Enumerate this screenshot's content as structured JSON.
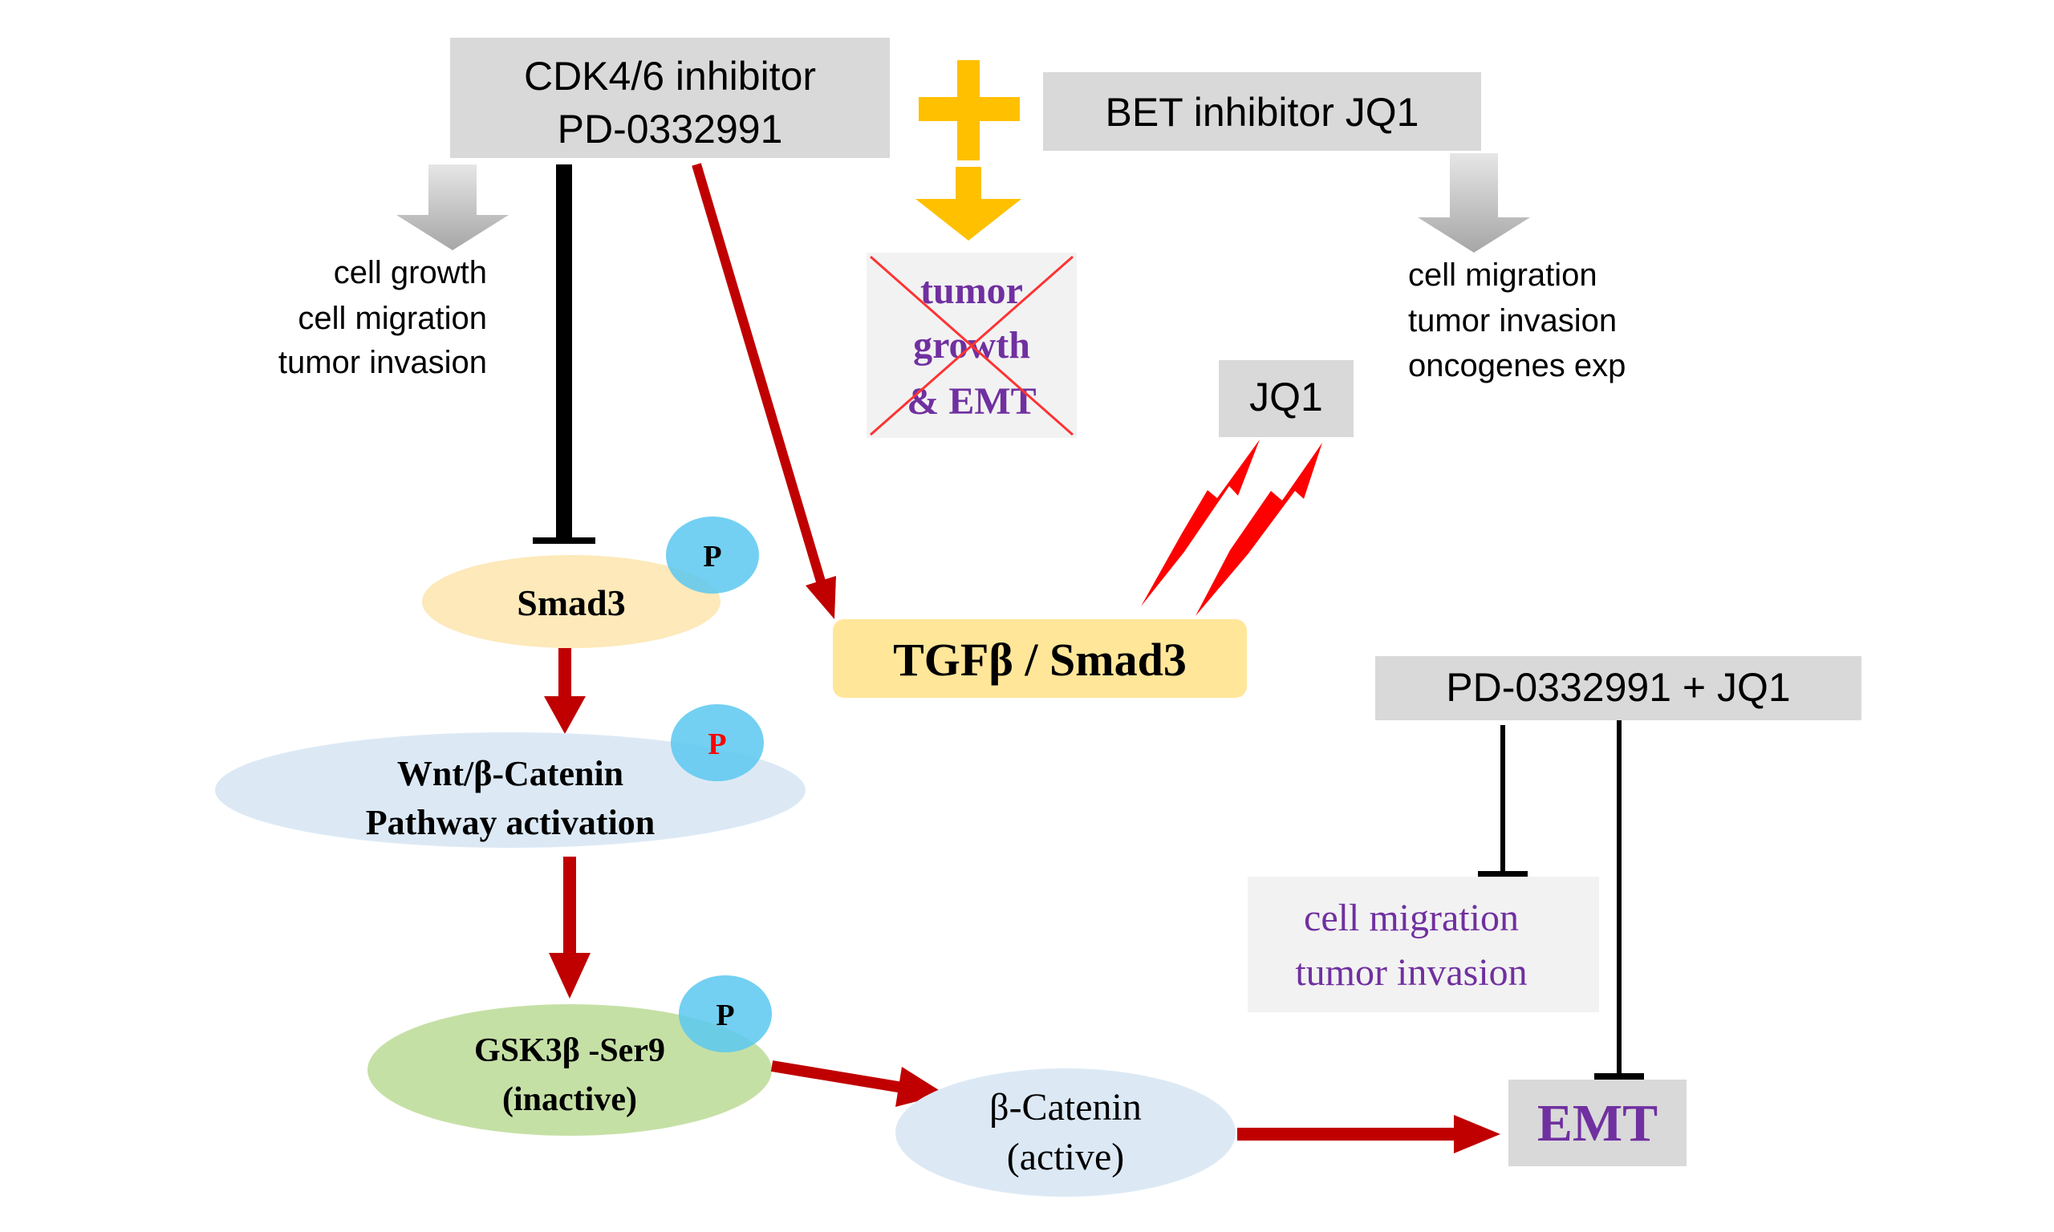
{
  "drugs": {
    "cdk": {
      "line1": "CDK4/6 inhibitor",
      "line2": "PD-0332991"
    },
    "bet": {
      "label": "BET inhibitor JQ1"
    },
    "jq1": {
      "label": "JQ1"
    },
    "combo": {
      "label": "PD-0332991 + JQ1"
    }
  },
  "effects": {
    "cdk": {
      "line1": "cell growth",
      "line2": "cell migration",
      "line3": "tumor invasion"
    },
    "bet": {
      "line1": "cell migration",
      "line2": "tumor invasion",
      "line3": "oncogenes exp"
    },
    "combined": {
      "line1": "tumor",
      "line2": "growth",
      "line3": "& EMT"
    },
    "combo_inhibited": {
      "line1": "cell migration",
      "line2": "tumor invasion"
    }
  },
  "nodes": {
    "smad3": {
      "label": "Smad3"
    },
    "wnt": {
      "line1": "Wnt/β-Catenin",
      "line2": "Pathway activation"
    },
    "gsk": {
      "line1": "GSK3β -Ser9",
      "line2": "(inactive)"
    },
    "bcat": {
      "line1": "β-Catenin",
      "line2": "(active)"
    },
    "tgf": {
      "label": "TGFβ / Smad3"
    },
    "emt": {
      "label": "EMT"
    }
  },
  "phospho": {
    "label": "P"
  },
  "colors": {
    "box_gray": "#d9d9d9",
    "effect_box": "#f2f2f2",
    "arrow_red": "#c00000",
    "plus_gold": "#ffc000",
    "lightning_red": "#ff0000",
    "phospho_blue": "#5bc8f0",
    "purple_text": "#7030a0",
    "smad3_fill": "#fde9b9",
    "wnt_fill": "#dce9f5",
    "gsk_fill": "#c5e0a5",
    "tgf_fill": "#ffe699"
  }
}
